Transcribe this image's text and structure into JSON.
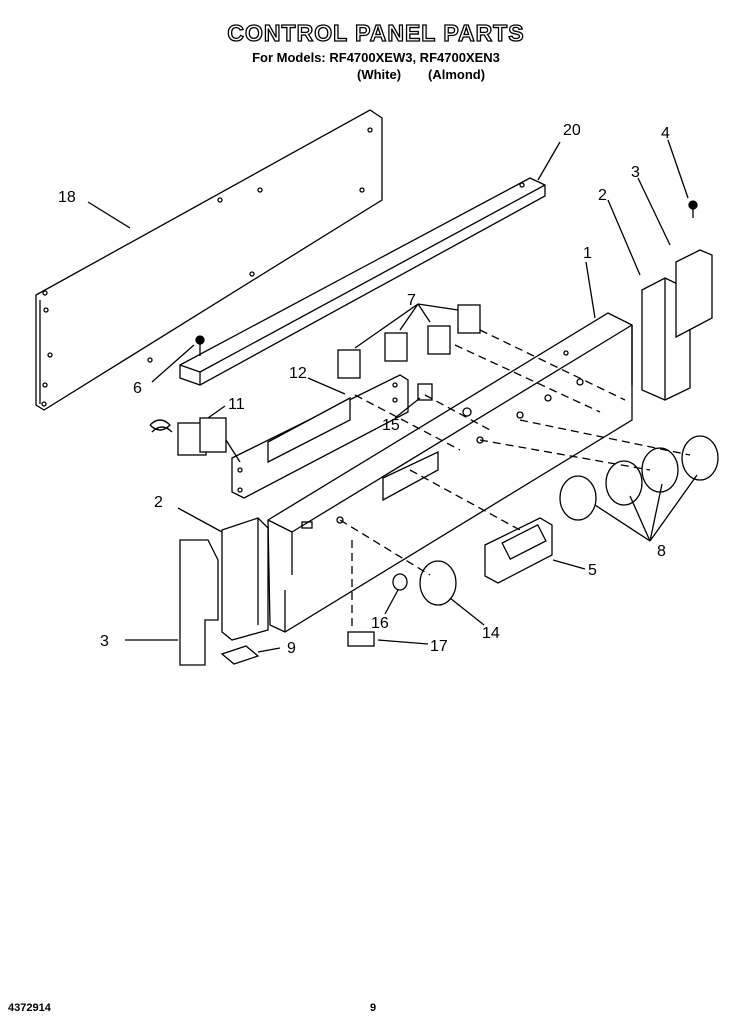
{
  "header": {
    "title": "CONTROL PANEL PARTS",
    "models_line": "For Models: RF4700XEW3, RF4700XEN3",
    "variants": [
      "(White)",
      "(Almond)"
    ]
  },
  "callouts": [
    "1",
    "2",
    "2",
    "3",
    "3",
    "4",
    "5",
    "6",
    "7",
    "8",
    "9",
    "11",
    "12",
    "14",
    "15",
    "16",
    "17",
    "18",
    "20"
  ],
  "footer": {
    "doc_number": "4372914",
    "page_number": "9"
  }
}
